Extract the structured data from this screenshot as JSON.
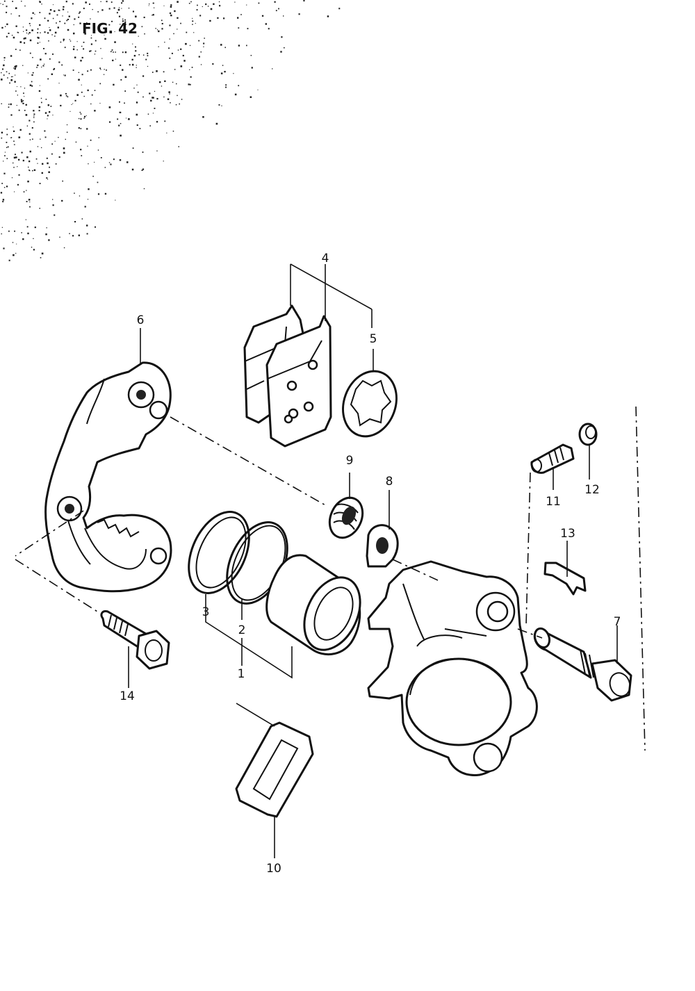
{
  "figure": {
    "title": "FIG. 42"
  },
  "parts": [
    {
      "ref": "1",
      "label": "1"
    },
    {
      "ref": "2",
      "label": "2"
    },
    {
      "ref": "3",
      "label": "3"
    },
    {
      "ref": "4",
      "label": "4"
    },
    {
      "ref": "5",
      "label": "5"
    },
    {
      "ref": "6",
      "label": "6"
    },
    {
      "ref": "7",
      "label": "7"
    },
    {
      "ref": "8",
      "label": "8"
    },
    {
      "ref": "9",
      "label": "9"
    },
    {
      "ref": "10",
      "label": "10"
    },
    {
      "ref": "11",
      "label": "11"
    },
    {
      "ref": "12",
      "label": "12"
    },
    {
      "ref": "13",
      "label": "13"
    },
    {
      "ref": "14",
      "label": "14"
    }
  ]
}
